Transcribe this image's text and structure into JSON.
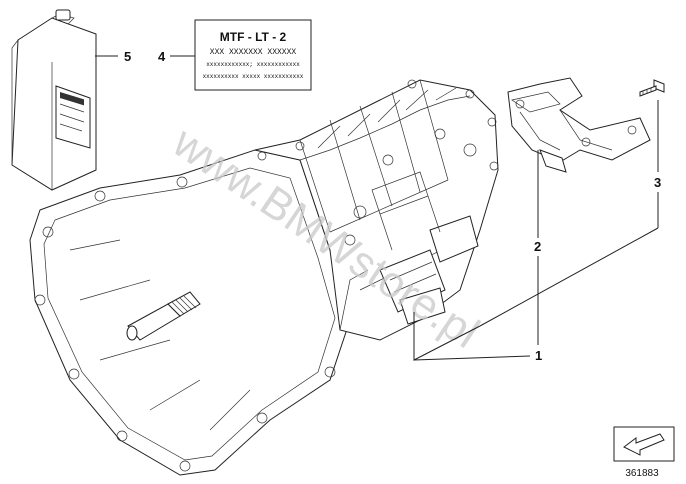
{
  "label_card": {
    "line1": "MTF - LT - 2",
    "line2": "XXX XXXXXXX XXXXXX",
    "line3": "xxxxxxxxxxxx; xxxxxxxxxxxx",
    "line4": "xxxxxxxxxx  xxxxx  xxxxxxxxxxx"
  },
  "callouts": {
    "c1": "1",
    "c2": "2",
    "c3": "3",
    "c4": "4",
    "c5": "5"
  },
  "watermark": "www.BMWstore.pl",
  "diagram_code": "361883"
}
